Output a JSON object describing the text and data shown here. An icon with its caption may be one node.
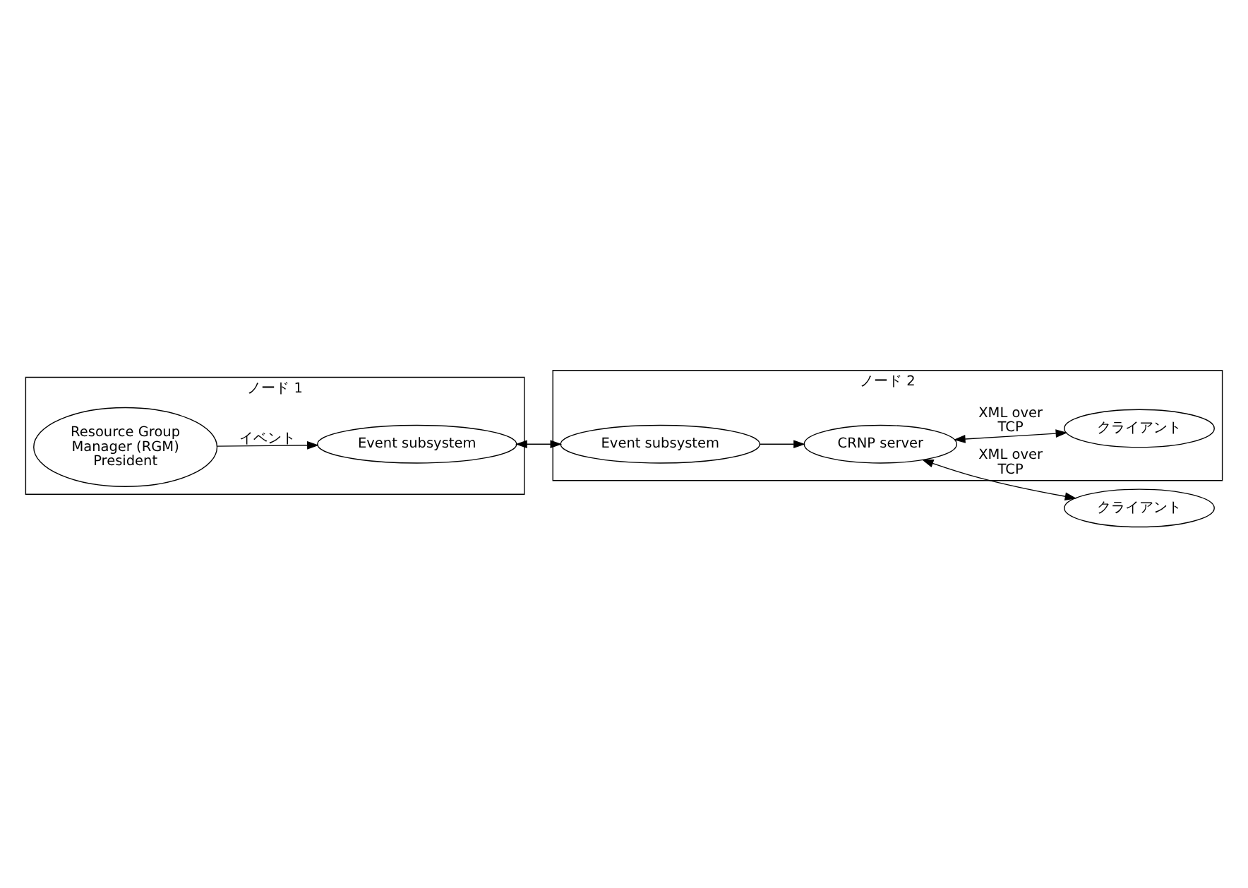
{
  "diagram": {
    "nodes": [
      {
        "text": [
          "ノード 1"
        ]
      },
      {
        "text": [
          "Resource Group Manager (RGM) President"
        ],
        "in": 0
      },
      {
        "text": [
          "Event subsystem"
        ],
        "in": 0
      },
      {
        "text": [
          "ノード 2"
        ]
      },
      {
        "text": [
          "Event subsystem"
        ],
        "in": 3
      },
      {
        "text": [
          "CRNP server"
        ],
        "in": 3
      },
      {
        "text": [
          "クライアント"
        ],
        "in": 3
      },
      {
        "text": [
          "クライアント"
        ]
      }
    ],
    "edges": [
      {
        "from": 1,
        "to": 2,
        "arrow": "to",
        "label": "イベント"
      },
      {
        "from": 2,
        "to": 4,
        "arrow": "both"
      },
      {
        "from": 4,
        "to": 5,
        "arrow": "to"
      },
      {
        "from": 5,
        "to": 6,
        "arrow": "both",
        "label": "XML over TCP"
      },
      {
        "from": 5,
        "to": 7,
        "arrow": "both",
        "label": "XML over TCP"
      }
    ]
  }
}
